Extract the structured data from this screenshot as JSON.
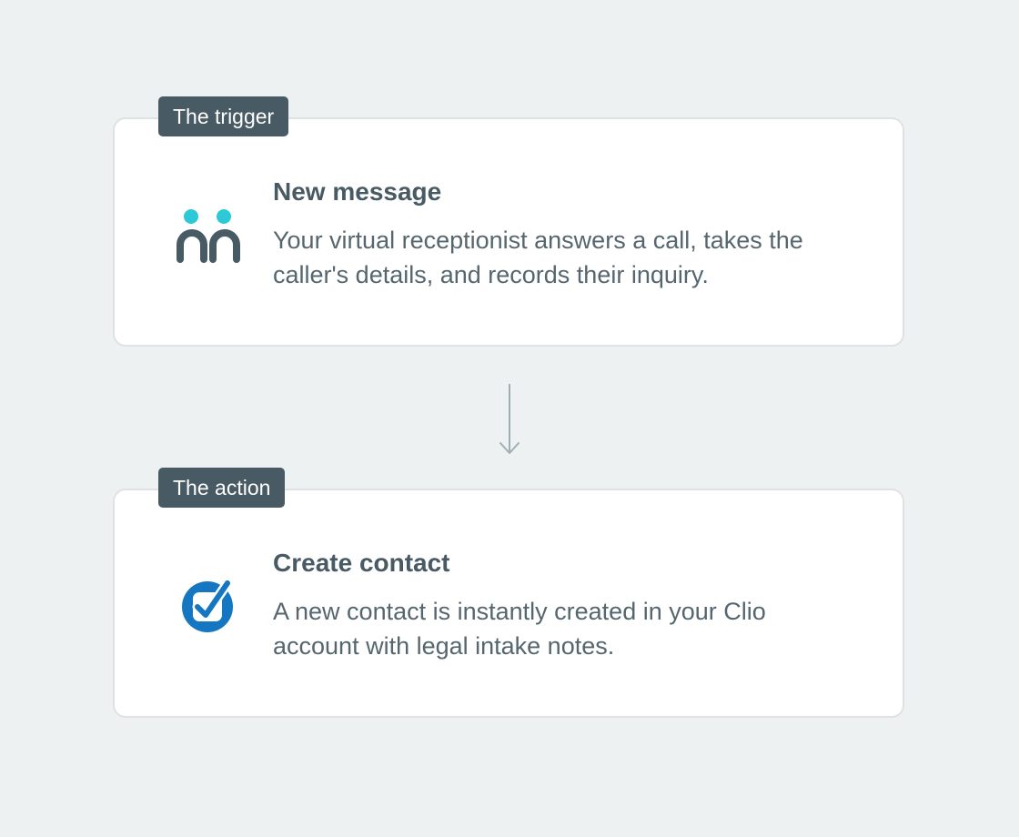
{
  "steps": {
    "trigger": {
      "tag": "The trigger",
      "title": "New message",
      "description": "Your virtual receptionist answers a call, takes the caller's details, and records their inquiry.",
      "icon": "receptionist-people-icon"
    },
    "action": {
      "tag": "The action",
      "title": "Create contact",
      "description": "A new contact is instantly created in your Clio account with legal intake notes.",
      "icon": "clio-check-icon"
    }
  },
  "colors": {
    "background": "#edf1f2",
    "card": "#ffffff",
    "tag_bg": "#485a63",
    "title": "#485a63",
    "text": "#56666e",
    "teal": "#2ec9d6",
    "clio_blue": "#1577c1",
    "arrow": "#9fb0b5"
  }
}
